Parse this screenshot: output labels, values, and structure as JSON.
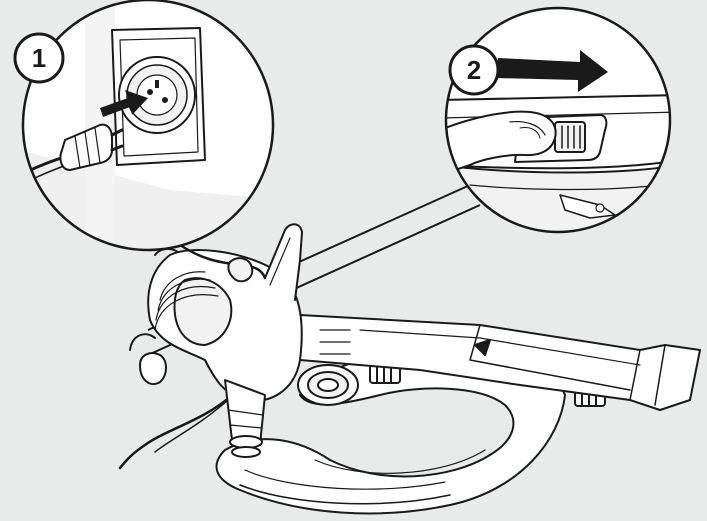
{
  "steps": [
    {
      "number": "1",
      "description_icon": "plug-into-socket"
    },
    {
      "number": "2",
      "description_icon": "slide-switch-right"
    }
  ],
  "colors": {
    "background": "#e9eaea",
    "line": "#1a1a1a",
    "fill_white": "#ffffff",
    "fill_light": "#f2f2f2",
    "shade": "#d9d9d9"
  }
}
